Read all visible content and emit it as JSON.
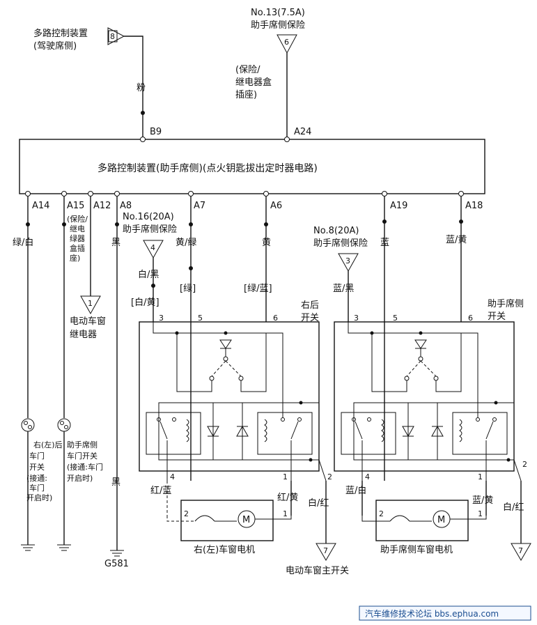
{
  "top": {
    "mcu_ref_line1": "多路控制装置",
    "mcu_ref_line2": "(驾驶席侧)",
    "mcu_ref_num": "8",
    "fuse13_line1": "No.13(7.5A)",
    "fuse13_line2": "助手席侧保险",
    "fuse13_num": "6",
    "relay_box_line1": "(保险/",
    "relay_box_line2": "继电器盒",
    "relay_box_line3": "插座)",
    "wire_pink": "粉"
  },
  "unit": {
    "title": "多路控制装置(助手席侧)(点火钥匙拔出定时器电路)",
    "pin_b9": "B9",
    "pin_a24": "A24",
    "pins_bottom": [
      "A14",
      "A15",
      "A12",
      "A8",
      "A7",
      "A6",
      "A19",
      "A18"
    ]
  },
  "left": {
    "wire_a14": "绿/白",
    "relay_box_l1": "(保险/",
    "relay_box_l2": "继电",
    "relay_box_l3": "绿器",
    "relay_box_l4": "盒插",
    "relay_box_l5": "座)",
    "relay_ref_num": "1",
    "relay_name_l1": "电动车窗",
    "relay_name_l2": "继电器",
    "wire_black": "黑",
    "wire_black2": "黑",
    "ground_label": "G581",
    "rear_door_switch": [
      "右(左)后",
      "车门",
      "开关",
      "(接通:",
      "车门",
      "开启时)"
    ],
    "pass_door_switch": [
      "助手席侧",
      "车门开关",
      "(接通:车门",
      "开启时)"
    ]
  },
  "right_rear": {
    "fuse_l1": "No.16(20A)",
    "fuse_l2": "助手席侧保险",
    "fuse_num": "4",
    "wire_wb": "白/黑",
    "wire_wy": "[白/黄]",
    "wire_yg": "黄/绿",
    "wire_g": "[绿]",
    "wire_y": "黄",
    "wire_gb": "[绿/蓝]",
    "switch_l1": "右后",
    "switch_l2": "开关",
    "pin3": "3",
    "pin5": "5",
    "pin6": "6",
    "pin4": "4",
    "pin1": "1",
    "pin2": "2",
    "wire_rb": "红/蓝",
    "wire_ry": "红/黄",
    "wire_wr": "白/红",
    "motor_pin2": "2",
    "motor_pin1": "1",
    "motor_symbol": "M",
    "motor_name": "右(左)车窗电机",
    "main_switch_num": "7",
    "main_switch_name": "电动车窗主开关"
  },
  "passenger": {
    "fuse_l1": "No.8(20A)",
    "fuse_l2": "助手席侧保险",
    "fuse_num": "3",
    "wire_blue": "蓝",
    "wire_bk": "蓝/黑",
    "wire_by": "蓝/黄",
    "switch_l1": "助手席侧",
    "switch_l2": "开关",
    "pin3": "3",
    "pin5": "5",
    "pin6": "6",
    "pin4": "4",
    "pin1": "1",
    "pin2": "2",
    "wire_bw": "蓝/白",
    "wire_by2": "蓝/黄",
    "wire_wr": "白/红",
    "motor_pin2": "2",
    "motor_pin1": "1",
    "motor_symbol": "M",
    "motor_name": "助手席侧车窗电机",
    "main_switch_num": "7"
  },
  "watermark": "汽车维修技术论坛 bbs.ephua.com"
}
